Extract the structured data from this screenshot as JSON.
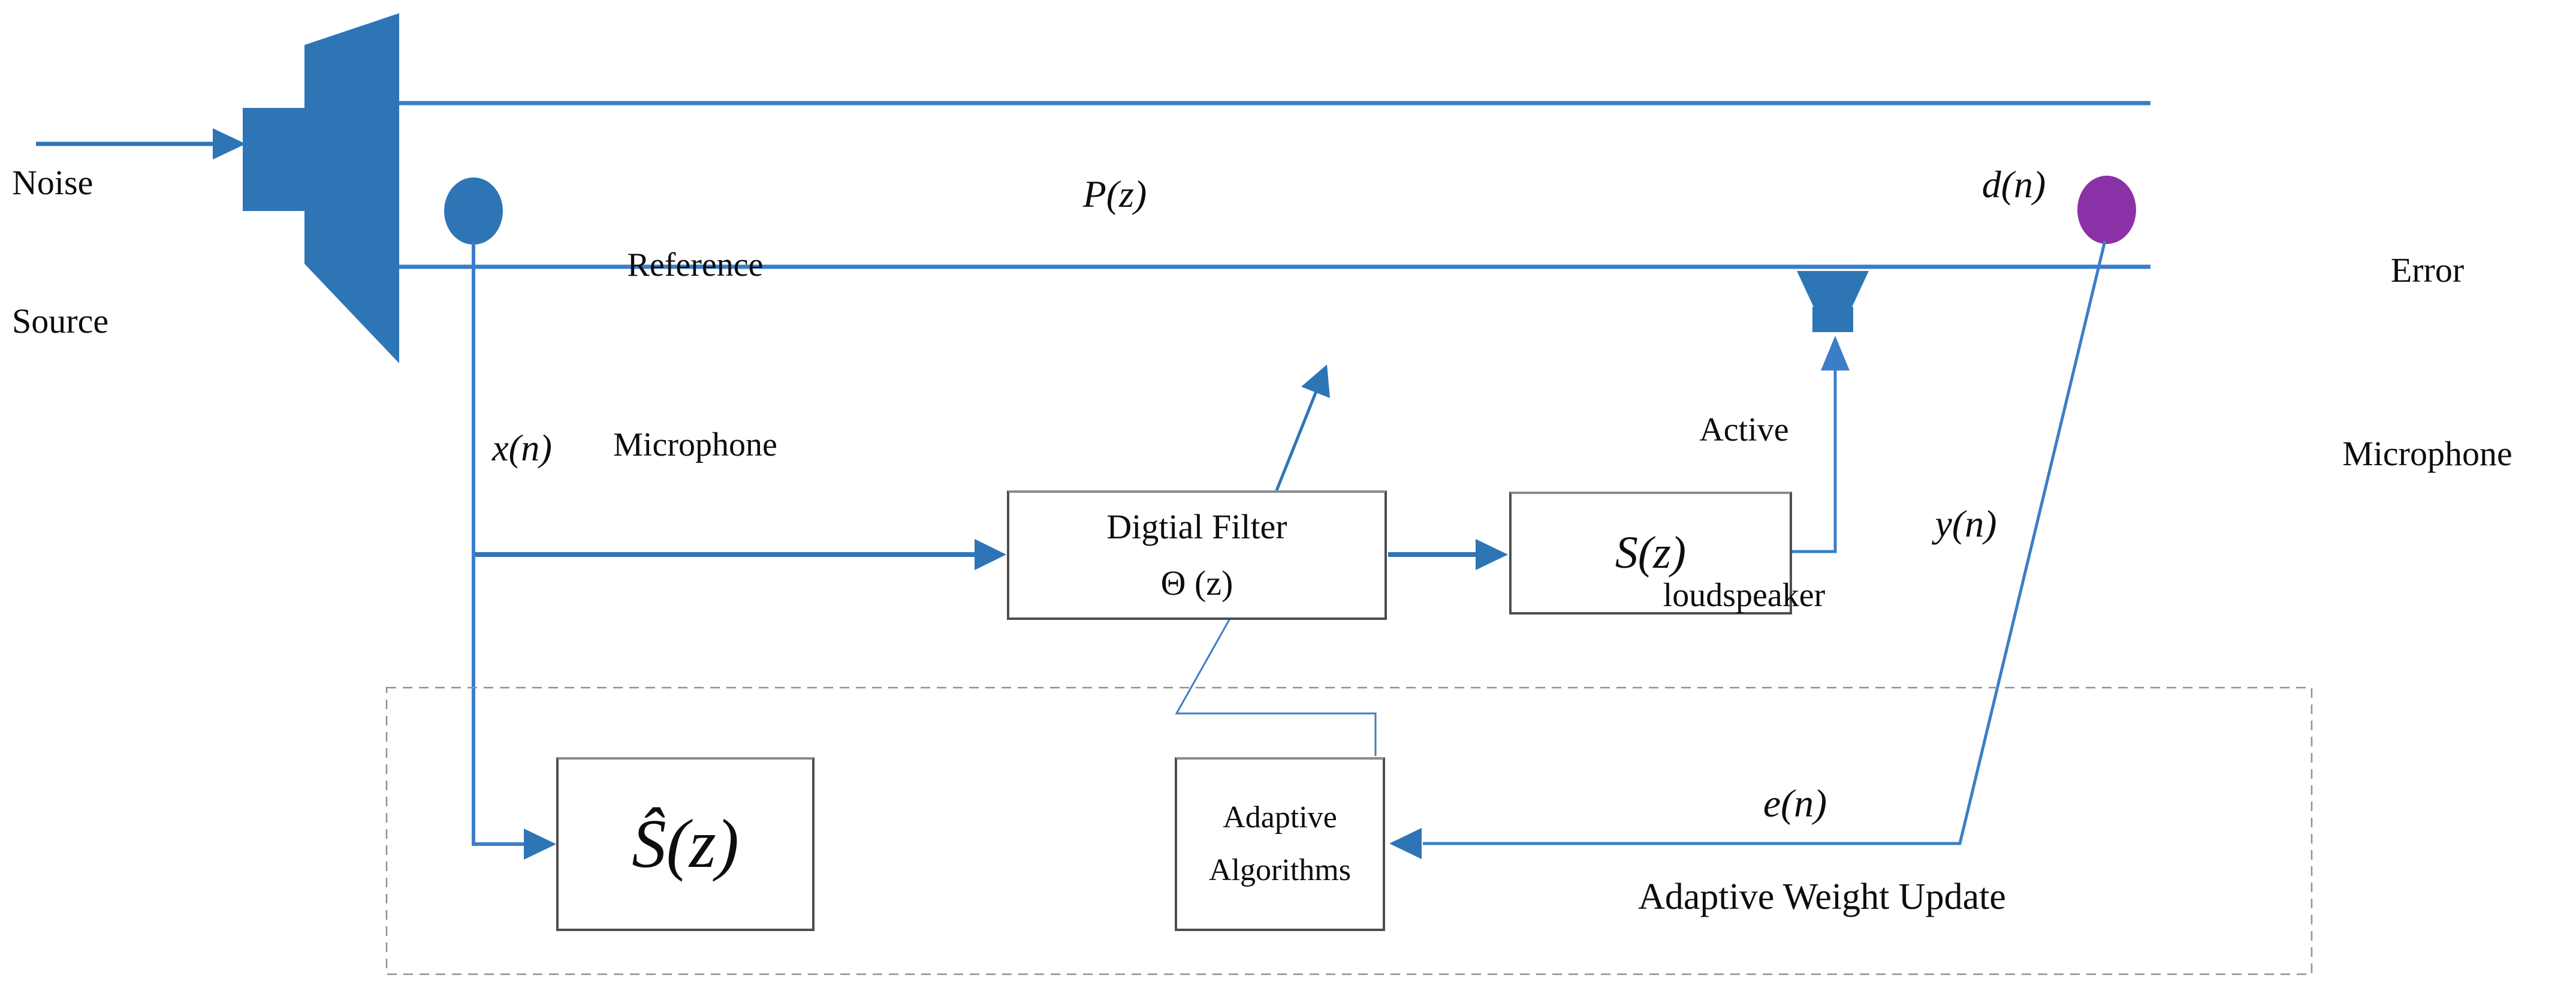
{
  "colors": {
    "shape_blue": "#2e75b6",
    "wire_blue": "#3b7ec7",
    "mic_purple": "#8a31a8",
    "box_border": "#4d4d4d",
    "dashed_border": "#909090",
    "text": "#0d0d0d"
  },
  "labels": {
    "noise_source": {
      "line1": "Noise",
      "line2": "Source"
    },
    "reference_microphone": {
      "line1": "Reference",
      "line2": "Microphone"
    },
    "error_microphone": {
      "line1": "Error",
      "line2": "Microphone"
    },
    "active_loudspeaker": {
      "line1": "Active",
      "line2": "loudspeaker"
    },
    "adaptive_weight_update": "Adaptive Weight Update"
  },
  "signals": {
    "primary_path": "P(z)",
    "reference_input": "x(n)",
    "disturbance": "d(n)",
    "filter_output": "y(n)",
    "error_signal": "e(n)"
  },
  "blocks": {
    "digital_filter": {
      "line1": "Digtial Filter",
      "line2": "Θ (z)"
    },
    "secondary_path": "S(z)",
    "secondary_path_estimate": "Ŝ(z)",
    "adaptive_algorithms": {
      "line1": "Adaptive",
      "line2": "Algorithms"
    }
  }
}
